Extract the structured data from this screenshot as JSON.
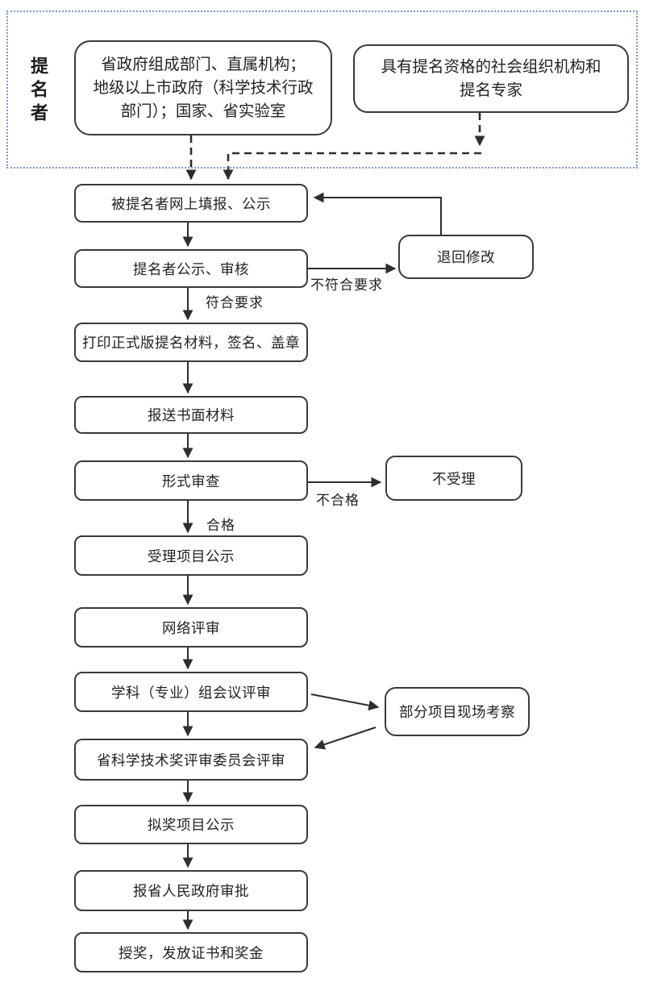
{
  "colors": {
    "frame_dotted_blue": "#7b98c8",
    "box_border": "#3a3a3a",
    "arrow": "#2e2e2e",
    "text": "#1f1f1f",
    "background": "#ffffff"
  },
  "nominator_section": {
    "label": "提名者",
    "gov_box_lines": [
      "省政府组成部门、直属机构；",
      "地级以上市政府（科学技术行政",
      "部门）；国家、省实验室"
    ],
    "social_box_lines": [
      "具有提名资格的社会组织机构和",
      "提名专家"
    ]
  },
  "steps": [
    {
      "label": "被提名者网上填报、公示"
    },
    {
      "label": "提名者公示、审核"
    },
    {
      "label": "打印正式版提名材料，签名、盖章"
    },
    {
      "label": "报送书面材料"
    },
    {
      "label": "形式审查"
    },
    {
      "label": "受理项目公示"
    },
    {
      "label": "网络评审"
    },
    {
      "label": "学科（专业）组会议评审"
    },
    {
      "label": "省科学技术奖评审委员会评审"
    },
    {
      "label": "拟奖项目公示"
    },
    {
      "label": "报省人民政府审批"
    },
    {
      "label": "授奖，发放证书和奖金"
    }
  ],
  "side_boxes": {
    "return_revise": "退回修改",
    "not_accepted": "不受理",
    "site_inspection": "部分项目现场考察"
  },
  "edge_labels": {
    "not_meet": "不符合要求",
    "meet": "符合要求",
    "unqualified": "不合格",
    "qualified": "合格"
  }
}
